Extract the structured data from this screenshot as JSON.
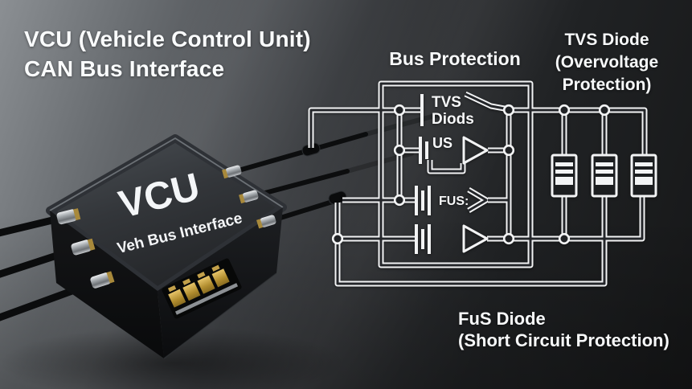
{
  "title": {
    "line1": "VCU (Vehicle Control Unit)",
    "line2": "CAN Bus Interface"
  },
  "labels": {
    "bus_protection": "Bus Protection",
    "tvs_diode": {
      "line1": "TVS Diode",
      "line2": "(Overvoltage",
      "line3": "Protection)"
    },
    "fus_diode": {
      "line1": "FuS Diode",
      "line2": "(Short Circuit Protection)"
    }
  },
  "device": {
    "title": "VCU",
    "subtitle": "Veh Bus Interface"
  },
  "schematic": {
    "tvs_line1": "TVS",
    "tvs_line2": "Diods",
    "us_label": "US",
    "fus_label": "FUS:"
  },
  "colors": {
    "wire": "#f2f3f4",
    "wire_core": "#24262a",
    "text": "#f7f9fa",
    "background_light": "#8b8f93",
    "background_dark": "#161718",
    "device_body": "#202225",
    "gold_pins": "#c9a649"
  }
}
